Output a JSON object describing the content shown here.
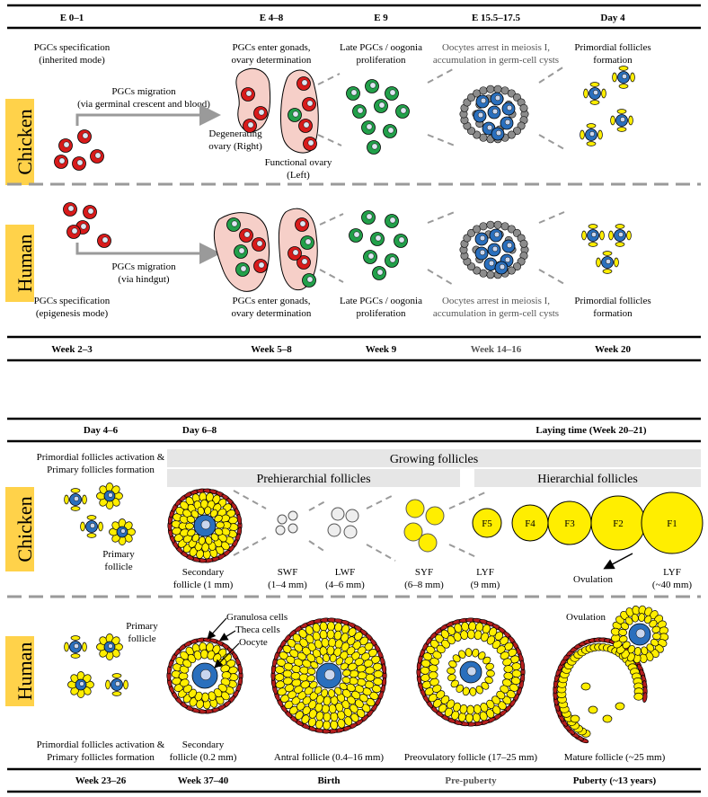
{
  "top": {
    "chicken_stages": [
      "E 0–1",
      "E 4–8",
      "E 9",
      "E 15.5–17.5",
      "Day 4"
    ],
    "human_stages": [
      "Week 2–3",
      "Week 5–8",
      "Week 9",
      "Week 14–16",
      "Week 20"
    ],
    "species": {
      "chicken": "Chicken",
      "human": "Human"
    },
    "chicken": {
      "pgc_spec_1": "PGCs specification",
      "pgc_spec_2": "(inherited mode)",
      "migration_1": "PGCs migration",
      "migration_2": "(via germinal crescent and blood)",
      "gonad_1": "PGCs enter gonads,",
      "gonad_2": "ovary determination",
      "late_1": "Late PGCs / oogonia",
      "late_2": "proliferation",
      "arrest_1": "Oocytes arrest in meiosis I,",
      "arrest_2": "accumulation in germ-cell cysts",
      "primordial_1": "Primordial follicles",
      "primordial_2": "formation",
      "degen_1": "Degenerating",
      "degen_2": "ovary (Right)",
      "func_1": "Functional ovary",
      "func_2": "(Left)"
    },
    "human": {
      "pgc_spec_1": "PGCs specification",
      "pgc_spec_2": "(epigenesis mode)",
      "migration_1": "PGCs migration",
      "migration_2": "(via hindgut)",
      "gonad_1": "PGCs enter gonads,",
      "gonad_2": "ovary determination",
      "late_1": "Late PGCs / oogonia",
      "late_2": "proliferation",
      "arrest_1": "Oocytes arrest in meiosis I,",
      "arrest_2": "accumulation in germ-cell cysts",
      "primordial_1": "Primordial follicles",
      "primordial_2": "formation"
    }
  },
  "bottom": {
    "chicken_stages": [
      "Day 4–6",
      "Day 6–8",
      "Laying time (Week 20–21)"
    ],
    "human_stages": [
      "Week 23–26",
      "Week 37–40",
      "Birth",
      "Pre-puberty",
      "Puberty (~13 years)"
    ],
    "species": {
      "chicken": "Chicken",
      "human": "Human"
    },
    "growing": "Growing follicles",
    "prehierarchial": "Prehierarchial  follicles",
    "hierarchial": "Hierarchial  follicles",
    "chicken": {
      "activation_1": "Primordial follicles activation &",
      "activation_2": "Primary follicles formation",
      "primary_1": "Primary",
      "primary_2": "follicle",
      "secondary_1": "Secondary",
      "secondary_2": "follicle (1 mm)",
      "swf_1": "SWF",
      "swf_2": "(1–4 mm)",
      "lwf_1": "LWF",
      "lwf_2": "(4–6 mm)",
      "syf_1": "SYF",
      "syf_2": "(6–8 mm)",
      "lyf_1": "LYF",
      "lyf_2": "(9 mm)",
      "ovulation": "Ovulation",
      "lyf40_1": "LYF",
      "lyf40_2": "(~40 mm)",
      "hier_labels": [
        "F5",
        "F4",
        "F3",
        "F2",
        "F1"
      ]
    },
    "human": {
      "primary_1": "Primary",
      "primary_2": "follicle",
      "granulosa": "Granulosa cells",
      "theca": "Theca cells",
      "oocyte": "Oocyte",
      "ovulation": "Ovulation",
      "activation_1": "Primordial follicles activation &",
      "activation_2": "Primary follicles formation",
      "secondary_1": "Secondary",
      "secondary_2": "follicle (0.2 mm)",
      "antral": "Antral follicle (0.4–16 mm)",
      "preovulatory": "Preovulatory follicle (17–25 mm)",
      "mature": "Mature follicle (~25 mm)"
    }
  },
  "colors": {
    "pgc_red": "#d81b1b",
    "oogonia_green": "#22a04a",
    "oocyte_blue": "#2a6fbd",
    "granulosa_yellow": "#ffee00",
    "theca_red": "#b51e1e",
    "cyst_grey": "#8c8c8c",
    "label_tag": "#ffd24a",
    "ovary_pink": "#f6cfc8"
  }
}
